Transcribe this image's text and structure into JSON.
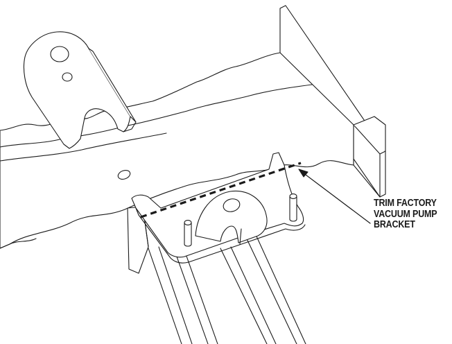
{
  "callout": {
    "lines": [
      "TRIM FACTORY",
      "VACUUM PUMP",
      "BRACKET"
    ]
  },
  "colors": {
    "line": "#1a1a1a",
    "fill": "#ffffff"
  }
}
